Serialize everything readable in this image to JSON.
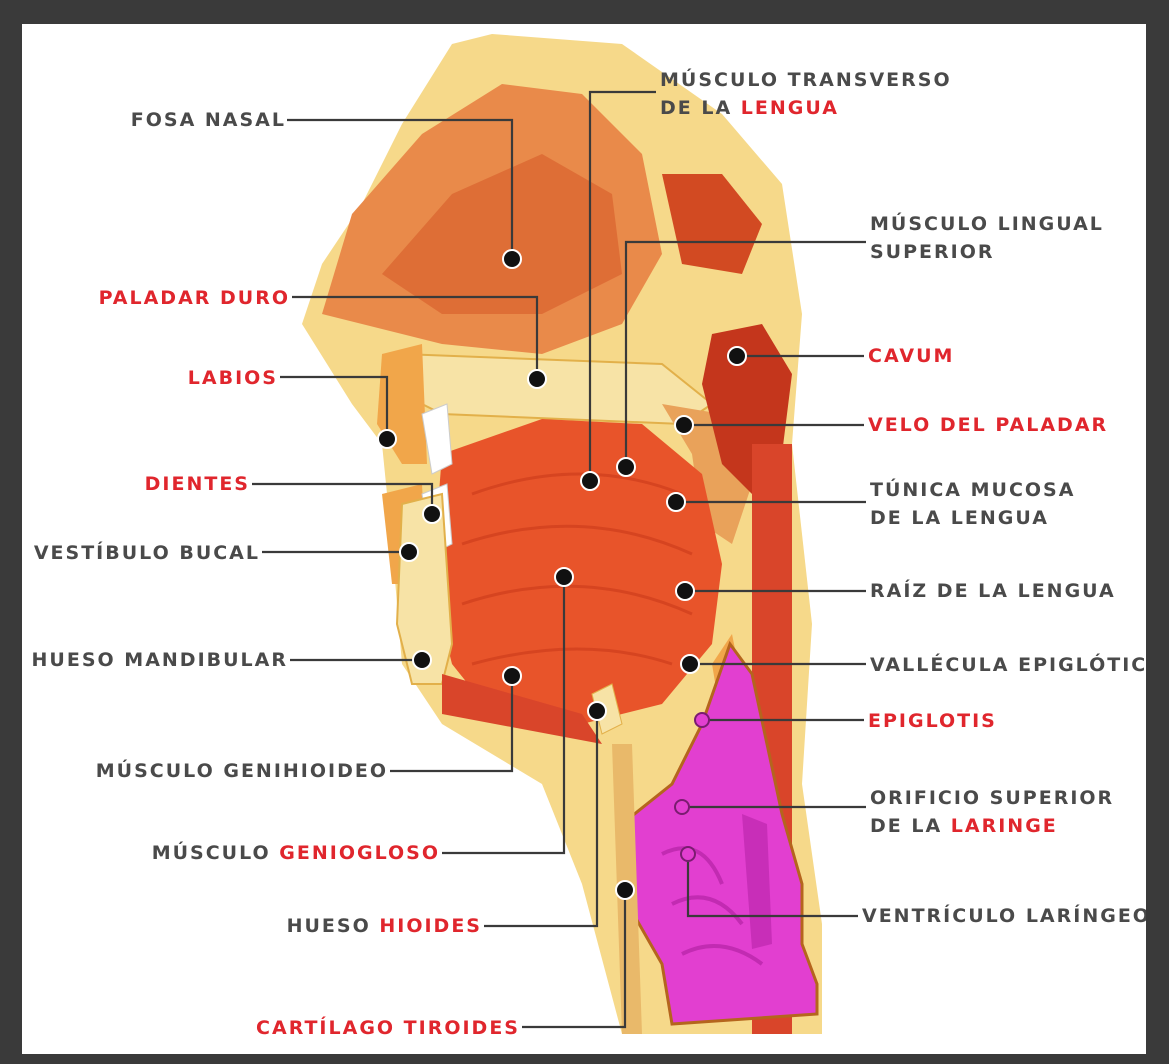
{
  "labels": {
    "fosa_nasal": "FOSA NASAL",
    "paladar_duro": "PALADAR DURO",
    "labios": "LABIOS",
    "dientes": "DIENTES",
    "vestibulo_bucal": "VESTÍBULO BUCAL",
    "hueso_mandibular": "HUESO MANDIBULAR",
    "musculo_genihioideo": "MÚSCULO GENIHIOIDEO",
    "musculo_geniogloso": {
      "prefix": "MÚSCULO ",
      "highlight": "GENIOGLOSO"
    },
    "hueso_hioides": {
      "prefix": "HUESO ",
      "highlight": "HIOIDES"
    },
    "cartilago_tiroides": "CARTÍLAGO TIROIDES",
    "musculo_transverso": {
      "line1": "MÚSCULO TRANSVERSO",
      "line2_prefix": "DE LA ",
      "line2_highlight": "LENGUA"
    },
    "musculo_lingual": {
      "line1": "MÚSCULO LINGUAL",
      "line2": "SUPERIOR"
    },
    "cavum": "CAVUM",
    "velo_paladar": "VELO DEL PALADAR",
    "tunica_mucosa": {
      "line1": "TÚNICA MUCOSA",
      "line2": "DE LA LENGUA"
    },
    "raiz_lengua": "RAÍZ DE LA LENGUA",
    "vallecula": "VALLÉCULA EPIGLÓTICA",
    "epiglotis": "EPIGLOTIS",
    "orificio_laringe": {
      "line1": "ORIFICIO SUPERIOR",
      "line2_prefix": "DE LA ",
      "line2_highlight": "LARINGE"
    },
    "ventriculo": "VENTRÍCULO LARÍNGEO"
  },
  "colors": {
    "background": "#3a3a3a",
    "label_gray": "#4a4a4a",
    "label_red": "#e0262d",
    "larynx_magenta": "#e23fd0",
    "tissue_orange": "#e8542a",
    "bone_yellow": "#f3c24a"
  }
}
